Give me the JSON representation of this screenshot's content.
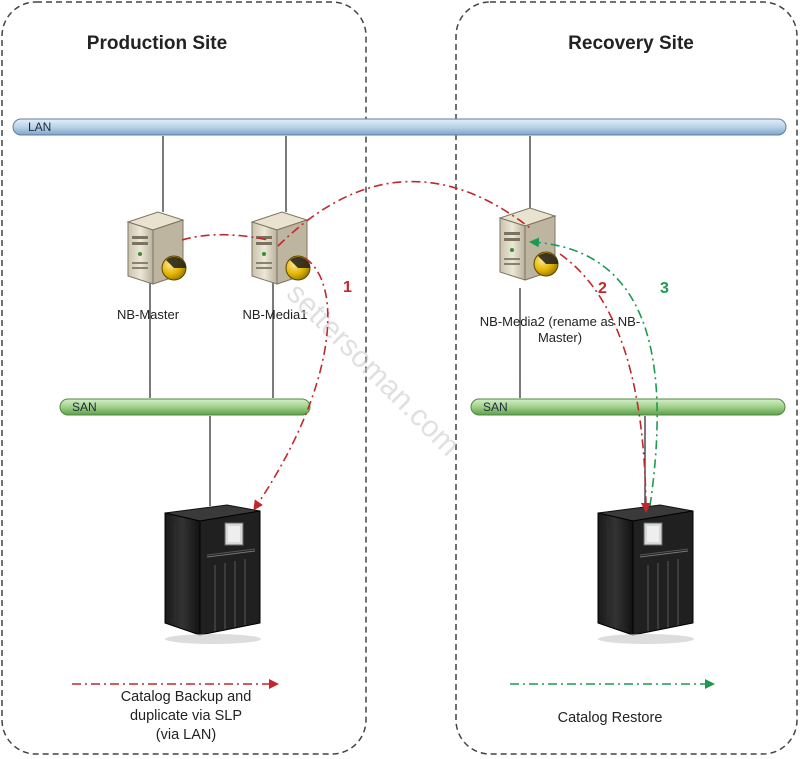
{
  "sites": {
    "production_title": "Production Site",
    "recovery_title": "Recovery Site"
  },
  "networks": {
    "lan_label": "LAN",
    "san_left_label": "SAN",
    "san_right_label": "SAN"
  },
  "servers": {
    "nb_master": "NB-Master",
    "nb_media1": "NB-Media1",
    "nb_media2_line1": "NB-Media2 (rename as NB-",
    "nb_media2_line2": "Master)"
  },
  "steps": {
    "step1": "1",
    "step2": "2",
    "step3": "3"
  },
  "legend": {
    "backup_line1": "Catalog Backup and",
    "backup_line2": "duplicate via SLP",
    "backup_line3": "(via LAN)",
    "restore": "Catalog Restore"
  },
  "watermark": "settersoman.com",
  "colors": {
    "backup_arrow": "#c0282d",
    "restore_arrow": "#1e9a50",
    "lan_bar": "#b9d3ea",
    "san_bar": "#9fd08a",
    "site_border": "#444444"
  },
  "icons": {
    "server": "server-tower-icon",
    "tape_library": "tape-library-icon"
  }
}
